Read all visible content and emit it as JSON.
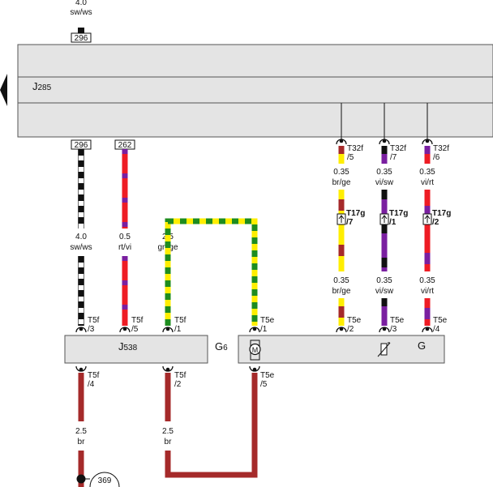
{
  "wires": {
    "top_sws": {
      "gauge": "4.0",
      "color": "sw/ws",
      "ref": "296"
    },
    "left_sws": {
      "gauge": "4.0",
      "color": "sw/ws",
      "ref": "296"
    },
    "rtvi": {
      "gauge": "0.5",
      "color": "rt/vi",
      "ref": "262"
    },
    "gnge": {
      "gauge": "2.5",
      "color": "gn/ge"
    },
    "brge_top": {
      "gauge": "0.35",
      "color": "br/ge"
    },
    "brge_bot": {
      "gauge": "0.35",
      "color": "br/ge"
    },
    "visw_top": {
      "gauge": "0.35",
      "color": "vi/sw"
    },
    "visw_bot": {
      "gauge": "0.35",
      "color": "vi/sw"
    },
    "virt_top": {
      "gauge": "0.35",
      "color": "vi/rt"
    },
    "virt_bot": {
      "gauge": "0.35",
      "color": "vi/rt"
    },
    "br_left": {
      "gauge": "2.5",
      "color": "br"
    },
    "br_mid": {
      "gauge": "2.5",
      "color": "br"
    }
  },
  "components": {
    "j285": {
      "name": "J",
      "sub": "285"
    },
    "j538": {
      "name": "J",
      "sub": "538"
    },
    "g6": {
      "name": "G",
      "sub": "6"
    },
    "g": {
      "name": "G"
    },
    "motor": {
      "symbol": "M"
    }
  },
  "pins": {
    "t32f_5": {
      "conn": "T32f",
      "num": "/5"
    },
    "t32f_7": {
      "conn": "T32f",
      "num": "/7"
    },
    "t32f_6": {
      "conn": "T32f",
      "num": "/6"
    },
    "t17g_7": {
      "conn": "T17g",
      "num": "/7"
    },
    "t17g_1": {
      "conn": "T17g",
      "num": "/1"
    },
    "t17g_2": {
      "conn": "T17g",
      "num": "/2"
    },
    "t5f_3": {
      "conn": "T5f",
      "num": "/3"
    },
    "t5f_5": {
      "conn": "T5f",
      "num": "/5"
    },
    "t5f_1": {
      "conn": "T5f",
      "num": "/1"
    },
    "t5e_1": {
      "conn": "T5e",
      "num": "/1"
    },
    "t5e_2": {
      "conn": "T5e",
      "num": "/2"
    },
    "t5e_3": {
      "conn": "T5e",
      "num": "/3"
    },
    "t5e_4": {
      "conn": "T5e",
      "num": "/4"
    },
    "t5f_4": {
      "conn": "T5f",
      "num": "/4"
    },
    "t5f_2": {
      "conn": "T5f",
      "num": "/2"
    },
    "t5e_5": {
      "conn": "T5e",
      "num": "/5"
    }
  },
  "ground_ref": "369",
  "colors": {
    "black": "#111111",
    "white": "#ffffff",
    "red": "#ee1c24",
    "violet": "#7a1fa0",
    "green": "#1e8c1e",
    "yellow": "#ffee00",
    "brown": "#a52a2a",
    "panel": "#e4e4e4"
  }
}
